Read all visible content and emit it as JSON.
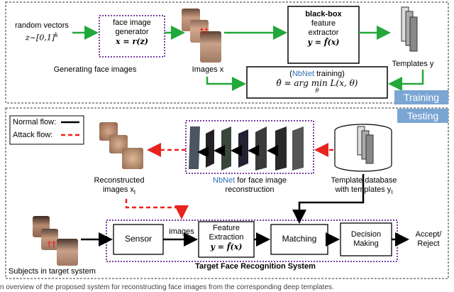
{
  "training": {
    "random_vectors_line1": "random vectors",
    "random_vectors_line2": "z~[0,1]",
    "random_vectors_exp": "k",
    "generator_line1": "face image",
    "generator_line2": "generator",
    "generator_eq": "x = r(z)",
    "generating_label": "Generating face images",
    "images_label": "Images x",
    "blackbox_line1": "black-box",
    "blackbox_line2": "feature",
    "blackbox_line3": "extractor",
    "blackbox_eq": "y = f̂(x)",
    "templates_label": "Templates y",
    "nbnet_open": "(",
    "nbnet_name": "NbNet",
    "nbnet_rest": " training)",
    "nbnet_eq": "θ̂ = arg min L(x, θ)",
    "nbnet_sub": "θ",
    "tag": "Training"
  },
  "testing": {
    "tag": "Testing",
    "legend_normal": "Normal flow:",
    "legend_attack": "Attack flow:",
    "nbnet_name": "NbNet",
    "nbnet_label1": " for face image",
    "nbnet_label2": "reconstruction",
    "template_db1": "Template database",
    "template_db2": "with templates y",
    "template_db_sub": "t",
    "reconstructed1": "Reconstructed",
    "reconstructed2": "images x",
    "reconstructed_sub": "t",
    "sensor": "Sensor",
    "images": "images",
    "feature1": "Feature",
    "feature2": "Extraction",
    "feature_eq": "y = f̂(x)",
    "matching": "Matching",
    "decision1": "Decision",
    "decision2": "Making",
    "accept1": "Accept/",
    "accept2": "Reject",
    "system_label": "Target Face Recognition System",
    "subjects_label": "Subjects in target system"
  },
  "caption": "n overview of the proposed system for reconstructing face images from the corresponding deep templates.",
  "colors": {
    "green": "#22a83a",
    "red": "#e8231f",
    "purple": "#7a3fa0",
    "tag_blue": "#7ba6d4",
    "nbnet_blue": "#2f6fb5"
  }
}
